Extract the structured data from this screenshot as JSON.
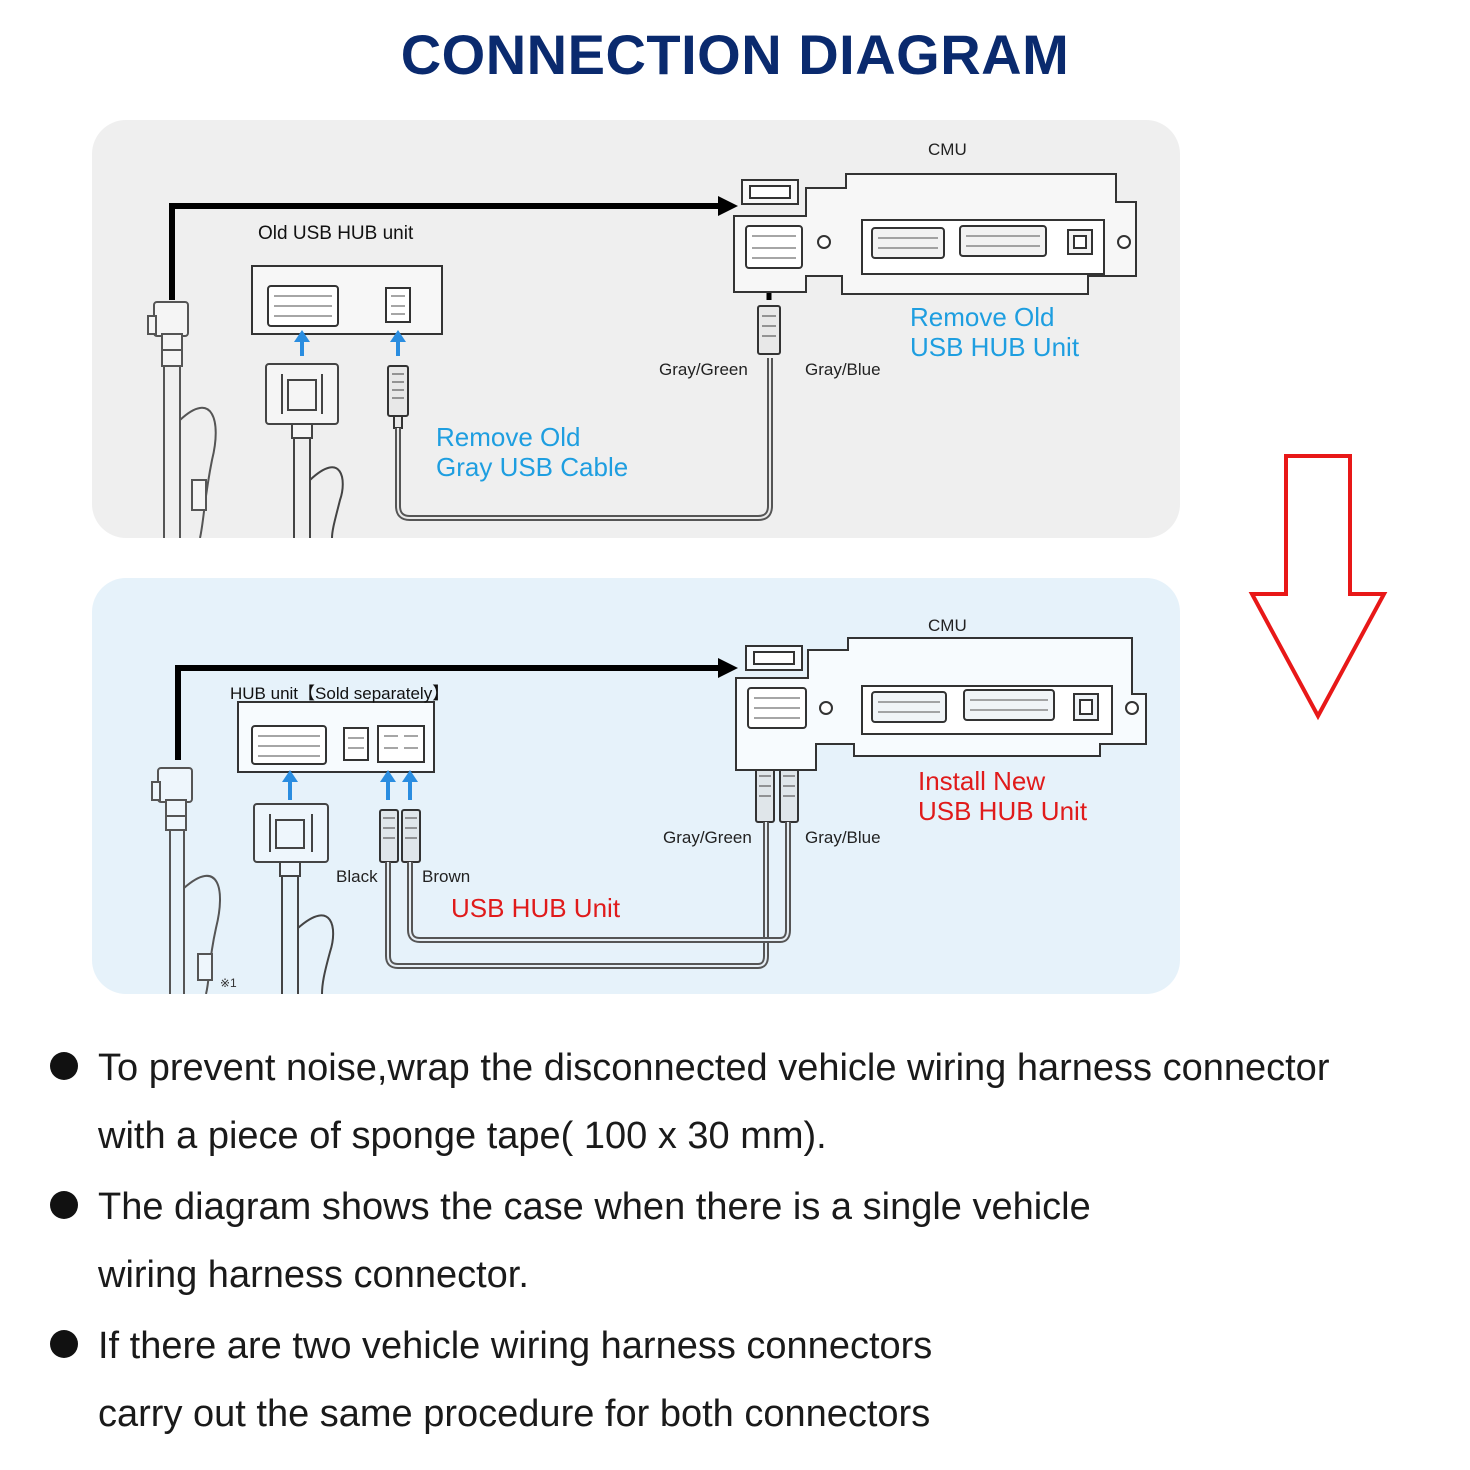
{
  "title": "CONNECTION DIAGRAM",
  "colors": {
    "title": "#0a2a6e",
    "blue_note": "#1e9ee0",
    "red_note": "#e01b1b",
    "panel_top_bg": "#efefef",
    "panel_bottom_bg": "#e6f2fa",
    "arrow_red": "#e81818",
    "wire_blue": "#2a8de0"
  },
  "top": {
    "cmu": "CMU",
    "old_hub": "Old USB HUB unit",
    "gray_green": "Gray/Green",
    "gray_blue": "Gray/Blue",
    "remove_hub": [
      "Remove Old",
      "USB HUB Unit"
    ],
    "remove_cable": [
      "Remove Old",
      "Gray USB Cable"
    ]
  },
  "bottom": {
    "cmu": "CMU",
    "hub": "HUB unit【Sold separately】",
    "gray_green": "Gray/Green",
    "gray_blue": "Gray/Blue",
    "black": "Black",
    "brown": "Brown",
    "usb_hub": "USB HUB Unit",
    "install": [
      "Install New",
      "USB HUB Unit"
    ],
    "footnote": "※1"
  },
  "notes": [
    [
      "To prevent noise,wrap the disconnected vehicle wiring harness connector",
      "with a piece of sponge tape( 100 x 30 mm)."
    ],
    [
      "The diagram shows the case when there is a single vehicle",
      "wiring harness connector."
    ],
    [
      "If there are two vehicle wiring harness connectors",
      "carry out the same procedure for both connectors"
    ]
  ],
  "icons": {
    "flow": "down-arrow-icon",
    "bullet": "bullet-icon"
  }
}
